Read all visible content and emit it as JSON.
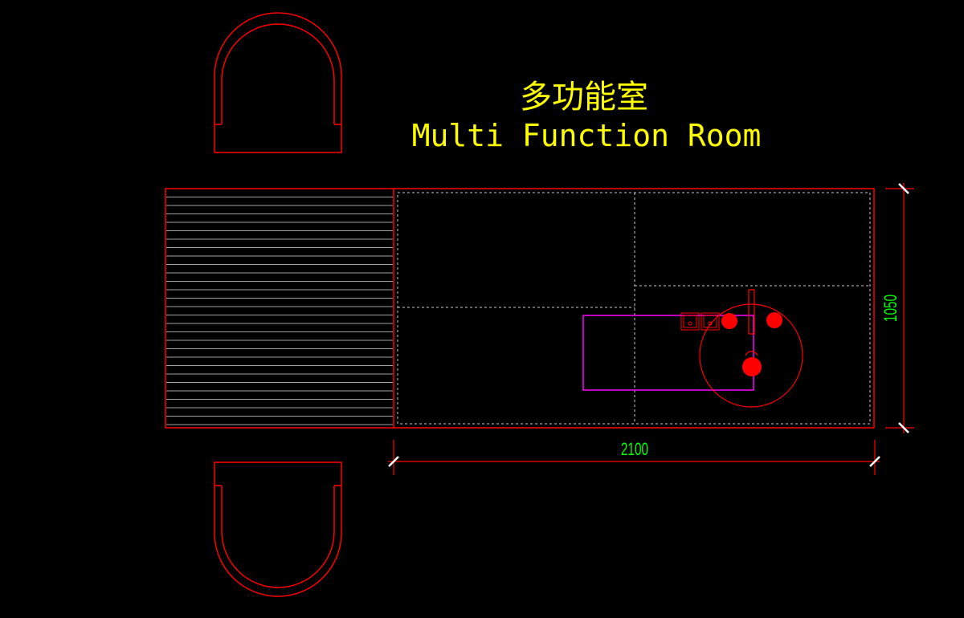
{
  "title": {
    "chinese": "多功能室",
    "english": "Multi Function Room"
  },
  "dimensions": {
    "width": "2100",
    "height": "1050"
  },
  "colors": {
    "background": "#000000",
    "title": "#ffff00",
    "walls": "#ff0000",
    "dimension_text": "#00ff00",
    "dimension_lines": "#ff0000",
    "table": "#ff00ff",
    "hidden_lines": "#c8c8c8",
    "fixtures": "#ff0000"
  }
}
